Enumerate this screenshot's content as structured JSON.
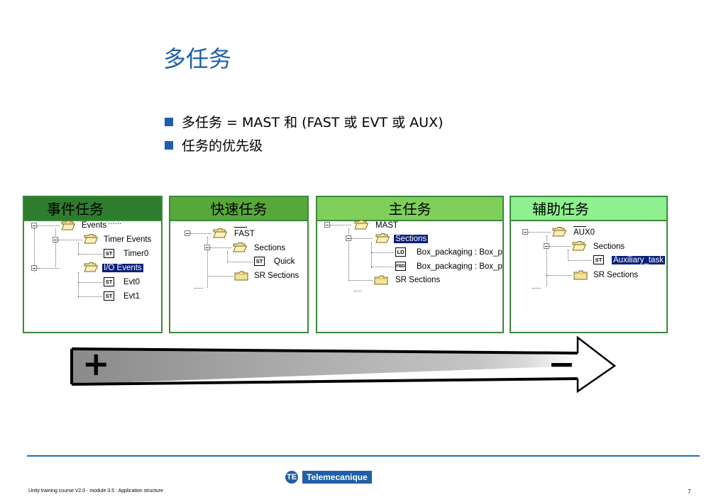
{
  "slide": {
    "title": "多任务",
    "bullets": [
      "多任务 = MAST 和 (FAST 或 EVT 或 AUX)",
      "任务的优先级"
    ]
  },
  "colors": {
    "title_blue": "#1f5fa8",
    "panel1_header": "#2e7d2e",
    "panel2_header": "#57a83a",
    "panel3_header": "#7fcf5a",
    "panel4_header": "#8ef08e",
    "selection": "#0a1f7a"
  },
  "panels": [
    {
      "header": "事件任务",
      "partial_top": "......",
      "events": "Events",
      "timer_events": "Timer Events",
      "timer0_icon": "ST",
      "timer0": "Timer0",
      "io_events": "I/O Events",
      "evt0_icon": "ST",
      "evt0": "Evt0",
      "evt1_icon": "ST",
      "evt1": "Evt1"
    },
    {
      "header": "快速任务",
      "root": "FAST",
      "sections": "Sections",
      "quick_icon": "ST",
      "quick": "Quick",
      "sr_sections": "SR Sections"
    },
    {
      "header": "主任务",
      "root": "MAST",
      "sections": "Sections",
      "ld_icon": "LD",
      "box1": "Box_packaging : Box_p",
      "fbd_icon": "FBD",
      "box2": "Box_packaging : Box_p",
      "sr_sections": "SR Sections"
    },
    {
      "header": "辅助任务",
      "root": "AUX0",
      "sections": "Sections",
      "aux_icon": "ST",
      "aux_task": "Auxiliary_task",
      "sr_sections": "SR Sections"
    }
  ],
  "priority_arrow": {
    "high_symbol": "+",
    "low_symbol": "−"
  },
  "footer": {
    "course": "Unity training course V2.0 - module 3.5 : Application structure",
    "page_number": "7",
    "logo_text": "Telemecanique"
  }
}
